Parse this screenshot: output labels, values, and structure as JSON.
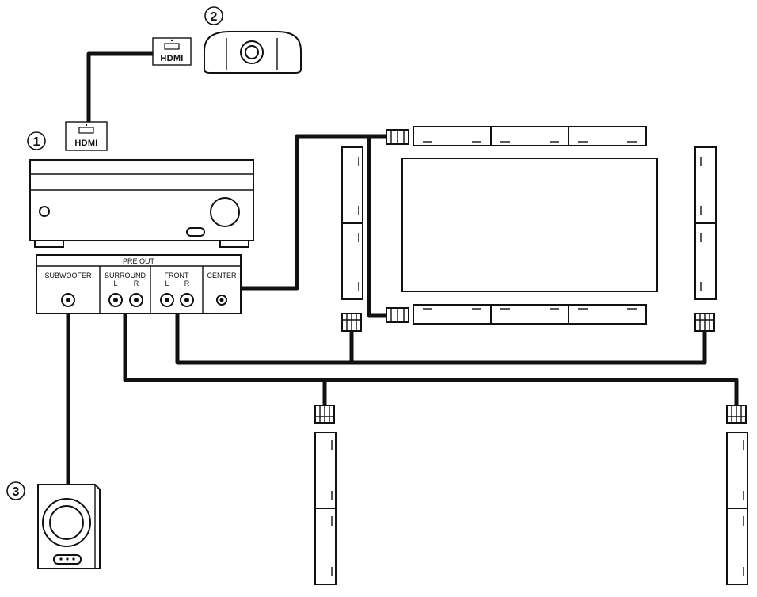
{
  "callouts": [
    "1",
    "2",
    "3"
  ],
  "hdmi_label": "HDMI",
  "pre_out": {
    "title": "PRE OUT",
    "subwoofer": "SUBWOOFER",
    "surround": "SURROUND",
    "front": "FRONT",
    "center": "CENTER",
    "left": "L",
    "right": "R"
  }
}
